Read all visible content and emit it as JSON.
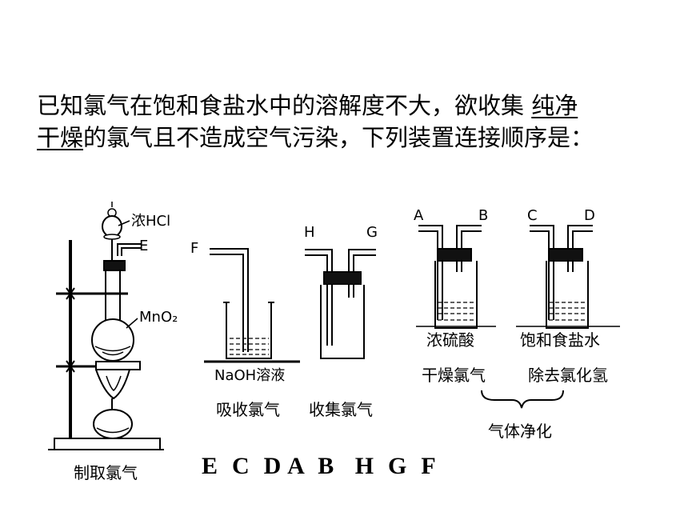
{
  "question": {
    "line1_prefix": "已知氯气在饱和食盐水中的溶解度不大，欲收集",
    "line1_underlined": "纯净",
    "line2_underlined": "干燥",
    "line2_suffix": "的氯气且不造成空气污染，下列装置连接顺序是："
  },
  "generator": {
    "reagent_top": "浓HCl",
    "reagent_flask": "MnO₂",
    "port": "E",
    "caption": "制取氯气"
  },
  "absorber": {
    "port": "F",
    "reagent": "NaOH溶液",
    "caption": "吸收氯气"
  },
  "collector": {
    "port_left": "H",
    "port_right": "G",
    "caption": "收集氯气"
  },
  "dryer": {
    "port_left": "A",
    "port_right": "B",
    "reagent": "浓硫酸",
    "caption": "干燥氯气"
  },
  "washer": {
    "port_left": "C",
    "port_right": "D",
    "reagent": "饱和食盐水",
    "caption": "除去氯化氢"
  },
  "purification_group": "气体净化",
  "answer": "E  C  D A  B   H  G  F"
}
